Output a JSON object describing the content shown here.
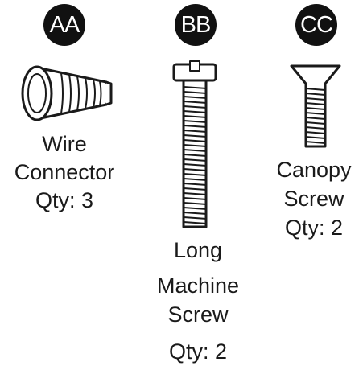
{
  "parts": [
    {
      "badge": "AA",
      "name_lines": [
        "Wire",
        "Connector"
      ],
      "qty": "Qty: 3",
      "icon": "wire-connector-icon"
    },
    {
      "badge": "BB",
      "name_lines": [
        "Long",
        "Machine",
        "Screw"
      ],
      "qty": "Qty: 2",
      "icon": "machine-screw-icon"
    },
    {
      "badge": "CC",
      "name_lines": [
        "Canopy",
        "Screw"
      ],
      "qty": "Qty: 2",
      "icon": "canopy-screw-icon"
    }
  ]
}
